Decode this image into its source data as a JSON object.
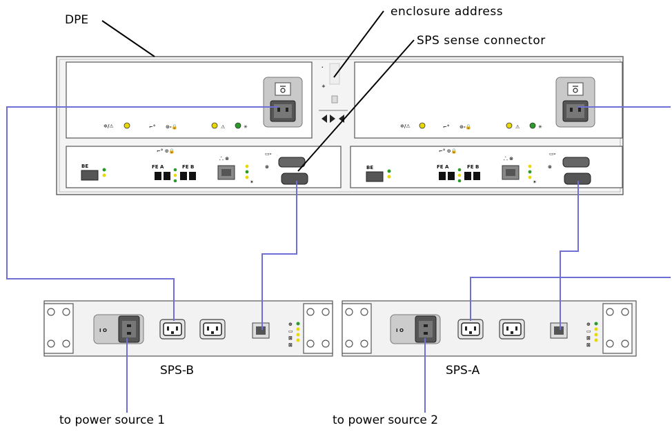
{
  "labels": {
    "dpe": "DPE",
    "enclosure_address": "enclosure address",
    "sps_sense_connector": "SPS sense connector",
    "sps_b": "SPS-B",
    "sps_a": "SPS-A",
    "power_source_1": "to power source 1",
    "power_source_2": "to power source 2"
  },
  "port_labels": {
    "be": "BE",
    "fe_a": "FE A",
    "fe_b": "FE B"
  },
  "colors": {
    "cable": "#6d6fd6",
    "chassis": "#f2f2f2",
    "panel_border": "#555555",
    "led_yellow": "#e8d800",
    "led_green": "#2a9a2a"
  },
  "icons": [
    "power-switch-icon",
    "power-inlet-icon",
    "lock-icon",
    "unlock-icon",
    "fault-icon",
    "serial-port-icon",
    "network-port-icon",
    "mounting-hole-icon",
    "led-icon"
  ]
}
